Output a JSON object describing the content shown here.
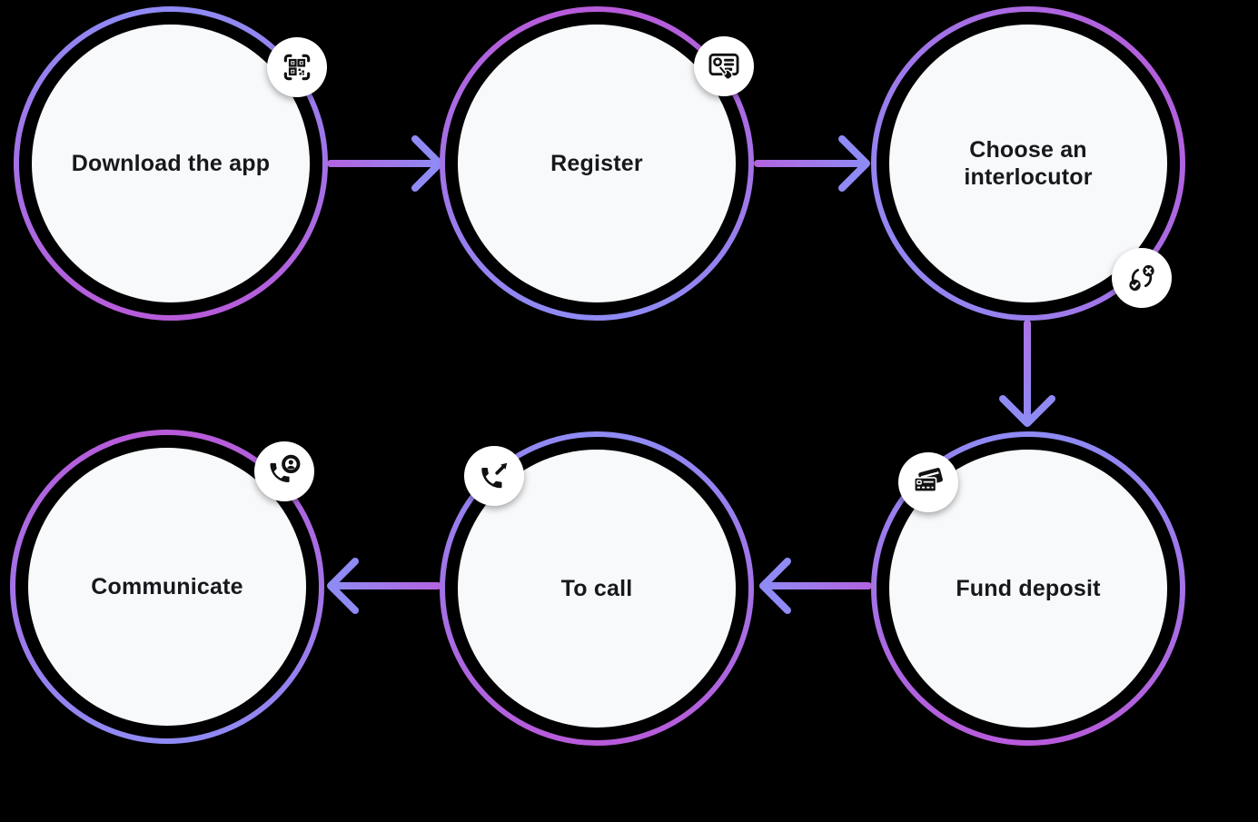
{
  "diagram": {
    "type": "flow-steps",
    "background_color": "#000000",
    "node_fill_color": "#F7F9FB",
    "badge_fill_color": "#FFFFFF",
    "icon_color": "#111111",
    "label_color": "#17181C",
    "ring_gradient_colors": {
      "periwinkle": "#8F8AF4",
      "magenta": "#B75BDA",
      "mid_purple": "#A674E8"
    }
  },
  "steps": [
    {
      "label": "Download the app",
      "icon": "qr-code-icon",
      "badge_position": "top-right",
      "ring_gradient": "periwinkle-top to magenta-bottom"
    },
    {
      "label": "Register",
      "icon": "id-card-tap-icon",
      "badge_position": "top-right",
      "ring_gradient": "magenta-top to periwinkle-bottom"
    },
    {
      "label": "Choose an interlocutor",
      "icon": "swap-status-icon",
      "badge_position": "bottom-right",
      "ring_gradient": "magenta-top-right to periwinkle-bottom-left"
    },
    {
      "label": "Fund deposit",
      "icon": "credit-cards-icon",
      "badge_position": "top-left",
      "ring_gradient": "periwinkle-top to magenta-bottom"
    },
    {
      "label": "To call",
      "icon": "phone-outgoing-icon",
      "badge_position": "top-left",
      "ring_gradient": "periwinkle-top to magenta-bottom"
    },
    {
      "label": "Communicate",
      "icon": "phone-contact-icon",
      "badge_position": "top-right",
      "ring_gradient": "magenta-top to periwinkle-bottom"
    }
  ],
  "flow": [
    {
      "from": "Download the app",
      "to": "Register",
      "direction": "right"
    },
    {
      "from": "Register",
      "to": "Choose an interlocutor",
      "direction": "right"
    },
    {
      "from": "Choose an interlocutor",
      "to": "Fund deposit",
      "direction": "down"
    },
    {
      "from": "Fund deposit",
      "to": "To call",
      "direction": "left"
    },
    {
      "from": "To call",
      "to": "Communicate",
      "direction": "left"
    }
  ]
}
